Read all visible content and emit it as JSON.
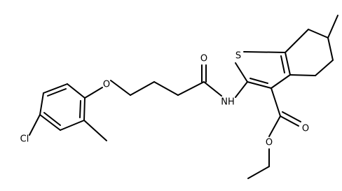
{
  "figure": {
    "type": "chemical-structure",
    "atoms": {
      "cl": "Cl",
      "o_ether": "O",
      "o_amide": "O",
      "nh": "NH",
      "s": "S",
      "o_ester_carbonyl": "O",
      "o_ester": "O"
    }
  },
  "colors": {
    "bond": "#000000",
    "background": "#ffffff",
    "text": "#000000"
  }
}
